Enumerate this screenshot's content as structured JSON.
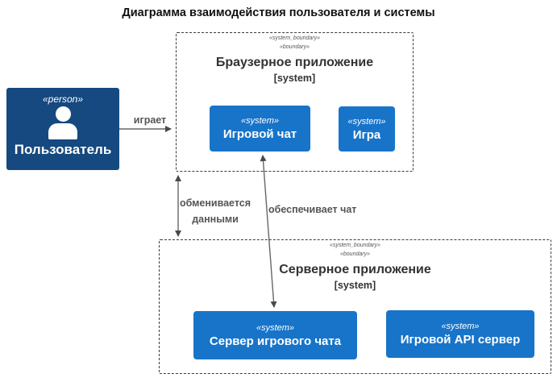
{
  "title": "Диаграмма взаимодействия пользователя и системы",
  "colors": {
    "person_bg": "#15497F",
    "system_bg": "#1774C9",
    "boundary_border": "#3b3b3b",
    "line": "#666666",
    "label": "#555555"
  },
  "person": {
    "stereotype": "«person»",
    "name": "Пользователь"
  },
  "boundaries": {
    "browser": {
      "stereotype1": "«system_boundary»",
      "stereotype2": "«boundary»",
      "title": "Браузерное приложение",
      "subtitle": "[system]"
    },
    "server": {
      "stereotype1": "«system_boundary»",
      "stereotype2": "«boundary»",
      "title": "Серверное приложение",
      "subtitle": "[system]"
    }
  },
  "systems": {
    "game_chat": {
      "stereotype": "«system»",
      "name": "Игровой чат"
    },
    "game": {
      "stereotype": "«system»",
      "name": "Игра"
    },
    "chat_server": {
      "stereotype": "«system»",
      "name": "Сервер игрового чата"
    },
    "api_server": {
      "stereotype": "«system»",
      "name": "Игровой API сервер"
    }
  },
  "relations": {
    "plays": {
      "label": "играет"
    },
    "exchanges": {
      "line1": "обменивается",
      "line2": "данными"
    },
    "provides_chat": {
      "label": "обеспечивает чат"
    }
  }
}
